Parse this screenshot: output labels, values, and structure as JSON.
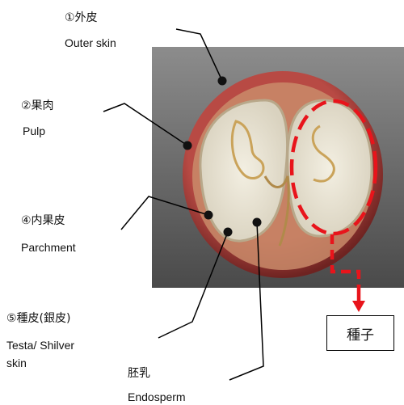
{
  "labels": [
    {
      "id": "outer-skin",
      "number_ja": "①外皮",
      "en": "Outer skin"
    },
    {
      "id": "pulp",
      "number_ja": "②果肉",
      "en": "Pulp"
    },
    {
      "id": "parchment",
      "number_ja": "④内果皮",
      "en": "Parchment"
    },
    {
      "id": "testa",
      "number_ja": "⑤種皮(銀皮)",
      "en_line1": "Testa/ Shilver",
      "en_line2": "skin"
    },
    {
      "id": "endosperm",
      "ja": "胚乳",
      "en": "Endosperm"
    }
  ],
  "seed_box": {
    "label": "種子"
  },
  "colors": {
    "highlight": "#e8141b",
    "leader": "#000000",
    "photo_bg": "#5e5e5e",
    "skin": "#9a3a36"
  }
}
